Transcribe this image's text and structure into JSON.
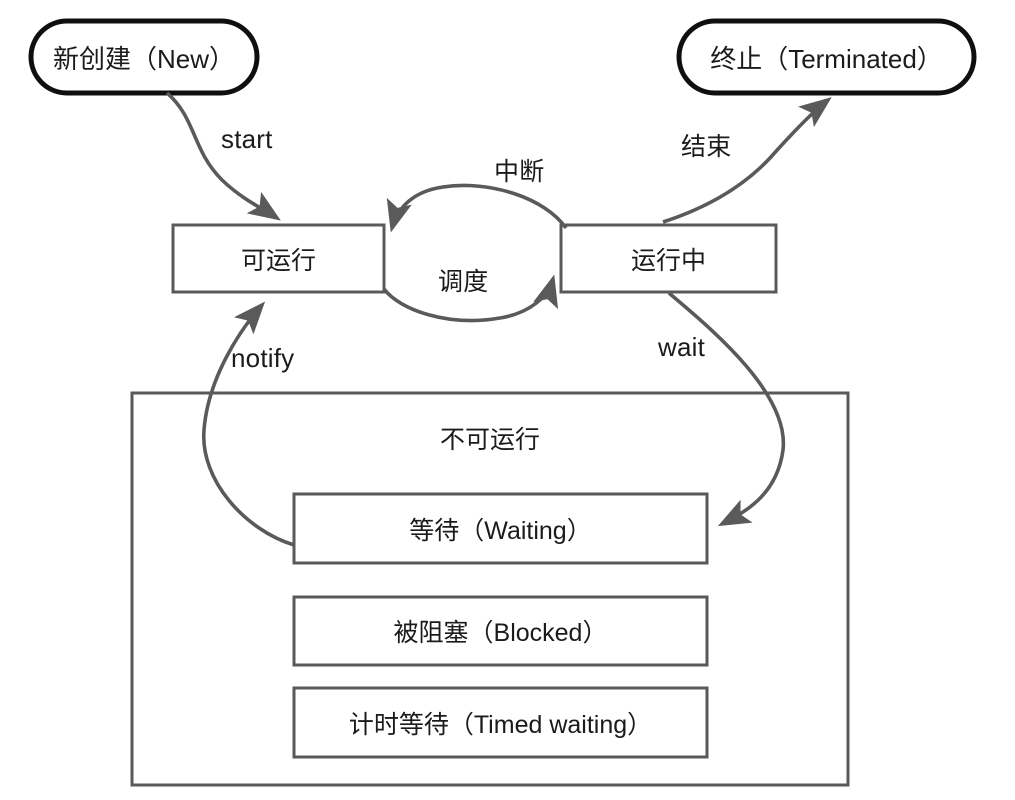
{
  "diagram": {
    "type": "state-diagram",
    "title_visible": false,
    "colors": {
      "pill_stroke": "#0f0f0f",
      "box_stroke": "#595959",
      "group_stroke": "#595959",
      "edge_stroke": "#5a5a5a",
      "text": "#1b1b1b",
      "background": "#ffffff"
    }
  },
  "nodes": {
    "new_state": {
      "label": "新创建（New）",
      "shape": "stadium"
    },
    "terminated_state": {
      "label": "终止（Terminated）",
      "shape": "stadium"
    },
    "runnable_state": {
      "label": "可运行",
      "shape": "rect"
    },
    "running_state": {
      "label": "运行中",
      "shape": "rect"
    },
    "not_runnable_group": {
      "label": "不可运行",
      "shape": "container"
    },
    "waiting_state": {
      "label": "等待（Waiting）",
      "shape": "rect"
    },
    "blocked_state": {
      "label": "被阻塞（Blocked）",
      "shape": "rect"
    },
    "timed_waiting_state": {
      "label": "计时等待（Timed waiting）",
      "shape": "rect"
    }
  },
  "edges": [
    {
      "id": "start",
      "label": "start",
      "from": "new_state",
      "to": "runnable_state"
    },
    {
      "id": "interrupt",
      "label": "中断",
      "from": "running_state",
      "to": "runnable_state"
    },
    {
      "id": "schedule",
      "label": "调度",
      "from": "runnable_state",
      "to": "running_state"
    },
    {
      "id": "finish",
      "label": "结束",
      "from": "running_state",
      "to": "terminated_state"
    },
    {
      "id": "wait",
      "label": "wait",
      "from": "running_state",
      "to": "waiting_state"
    },
    {
      "id": "notify",
      "label": "notify",
      "from": "waiting_state",
      "to": "runnable_state"
    }
  ]
}
